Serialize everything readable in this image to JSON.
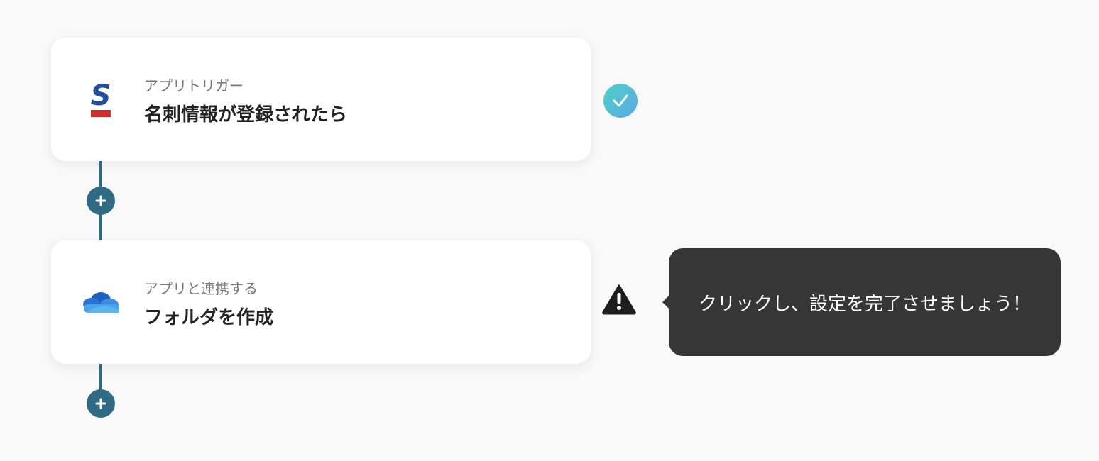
{
  "steps": [
    {
      "label": "アプリトリガー",
      "title": "名刺情報が登録されたら",
      "icon": "sansan-logo-icon",
      "status": "complete"
    },
    {
      "label": "アプリと連携する",
      "title": "フォルダを作成",
      "icon": "onedrive-cloud-icon",
      "status": "warning"
    }
  ],
  "tooltip": {
    "text": "クリックし、設定を完了させましょう！"
  },
  "colors": {
    "background": "#f9f9f9",
    "connector": "#2f6b85",
    "card": "#ffffff",
    "check_gradient_start": "#4fd1c5",
    "check_gradient_end": "#5aa9e6",
    "warning": "#1e1e1e",
    "tooltip_bg": "#363636",
    "sansan_blue": "#1f4e9b",
    "sansan_red": "#d0312d"
  }
}
